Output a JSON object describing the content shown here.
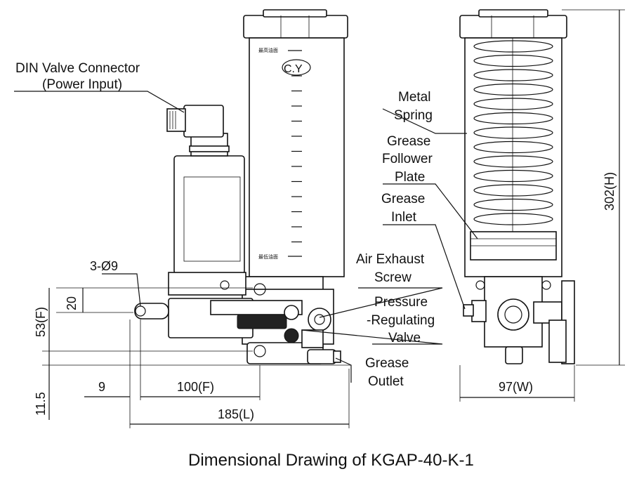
{
  "labels": {
    "din_connector_1": "DIN Valve Connector",
    "din_connector_2": "(Power Input)",
    "metal_spring_1": "Metal",
    "metal_spring_2": "Spring",
    "follower_1": "Grease",
    "follower_2": "Follower",
    "follower_3": "Plate",
    "inlet_1": "Grease",
    "inlet_2": "Inlet",
    "exhaust_1": "Air Exhaust",
    "exhaust_2": "Screw",
    "valve_1": "Pressure",
    "valve_2": "-Regulating",
    "valve_3": "Valve",
    "outlet_1": "Grease",
    "outlet_2": "Outlet",
    "logo": "C.Y",
    "max_level": "最高油面",
    "min_level": "最低油面"
  },
  "dimensions": {
    "holes": "3-Ø9",
    "d20": "20",
    "d53": "53(F)",
    "d11_5": "11.5",
    "d9": "9",
    "d100": "100(F)",
    "d185": "185(L)",
    "d97": "97(W)",
    "d302": "302(H)"
  },
  "caption": "Dimensional Drawing of KGAP-40-K-1"
}
